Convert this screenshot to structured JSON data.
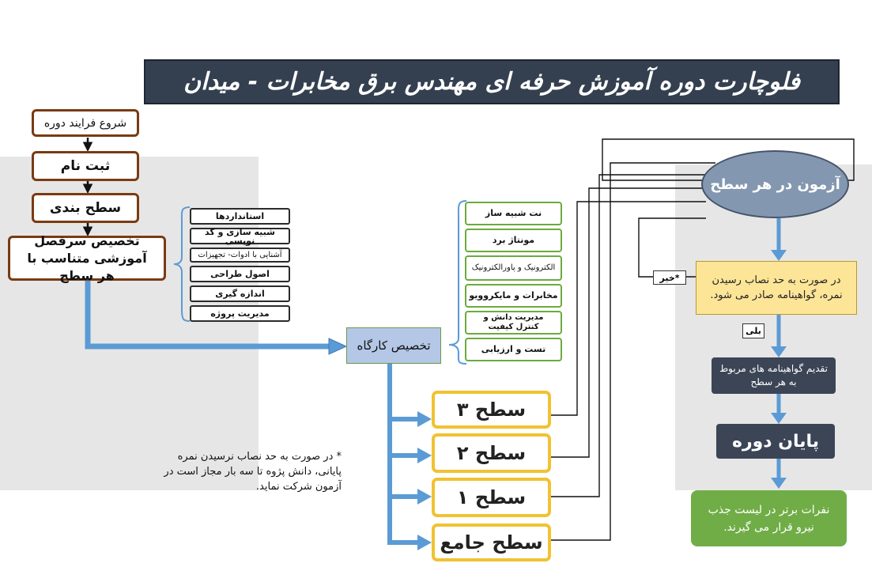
{
  "title": "فلوچارت دوره آموزش حرفه ای مهندس برق مخابرات - میدان",
  "left_flow": {
    "start": "شروع فرایند دوره",
    "register": "ثبت نام",
    "leveling": "سطح بندی",
    "syllabus": "تخصیص سرفصل آموزشی متناسب با هر سطح"
  },
  "syllabus_items": [
    "استانداردها",
    "شبیه سازی و کد نویسی",
    "آشنایی با ادوات- تجهیزات",
    "اصول طراحی",
    "اندازه گیری",
    "مدیریت پروژه"
  ],
  "workshop": "تخصیص کارگاه",
  "workshop_items": [
    "نت شبیه ساز",
    "مونتاژ برد",
    "الکترونیک و پاورالکترونیک",
    "مخابرات و مایکروویو",
    "مدیریت دانش و کنترل کیفیت",
    "تست و ارزیابی"
  ],
  "levels": [
    "سطح ۳",
    "سطح ۲",
    "سطح ۱",
    "سطح جامع"
  ],
  "exam": "آزمون در هر سطح",
  "condition": "در صورت به حد نصاب رسیدن نمره، گواهینامه صادر می شود.",
  "no_label": "*خیر",
  "yes_label": "بلی",
  "certificate": "تقدیم گواهینامه های مربوط به هر سطح",
  "end": "پایان دوره",
  "top": "نفرات برتر در لیست جذب نیرو قرار می گیرند.",
  "footnote": "* در صورت به حد نصاب نرسیدن نمره پایانی، دانش پژوه تا سه بار مجاز است در آزمون شرکت نماید.",
  "colors": {
    "brown": "#7a3b13",
    "green": "#6aab3e",
    "yellow": "#f1c232",
    "slate": "#3b4556",
    "blue_arrow": "#5b9bd5",
    "panel": "#e7e6e6",
    "exam_fill": "#8497b0",
    "condition_fill": "#fde598",
    "top_fill": "#70ad47"
  }
}
